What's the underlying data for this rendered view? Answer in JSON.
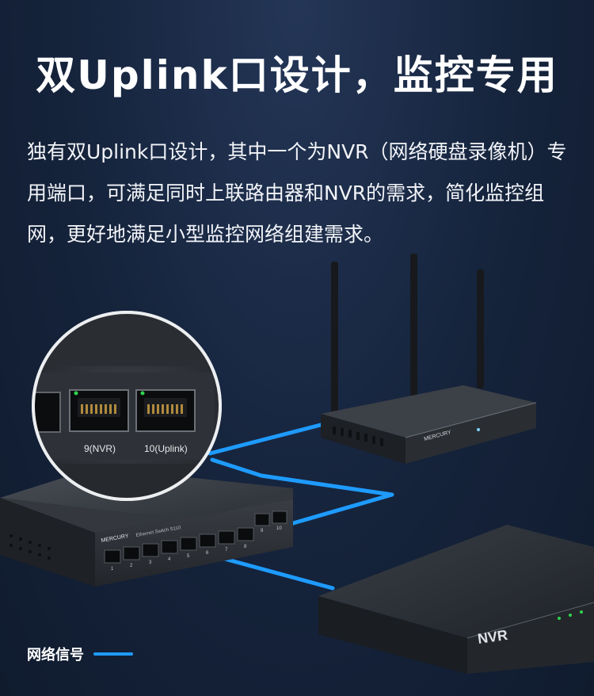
{
  "heading": "双Uplink口设计，监控专用",
  "description": "独有双Uplink口设计，其中一个为NVR（网络硬盘录像机）专用端口，可满足同时上联路由器和NVR的需求，简化监控组网，更好地满足小型监控网络组建需求。",
  "zoom_ports": {
    "port9_label": "9(NVR)",
    "port10_label": "10(Uplink)"
  },
  "router": {
    "brand": "MERCURY"
  },
  "switch": {
    "brand": "MERCURY",
    "model": "Ethernet Switch  S110",
    "port_numbers": [
      "1",
      "2",
      "3",
      "4",
      "5",
      "6",
      "7",
      "8",
      "9",
      "10"
    ]
  },
  "nvr": {
    "label": "NVR"
  },
  "legend": {
    "label": "网络信号"
  },
  "colors": {
    "background": "#15233b",
    "signal": "#1e9bff",
    "port_led": "#2fd24a"
  }
}
